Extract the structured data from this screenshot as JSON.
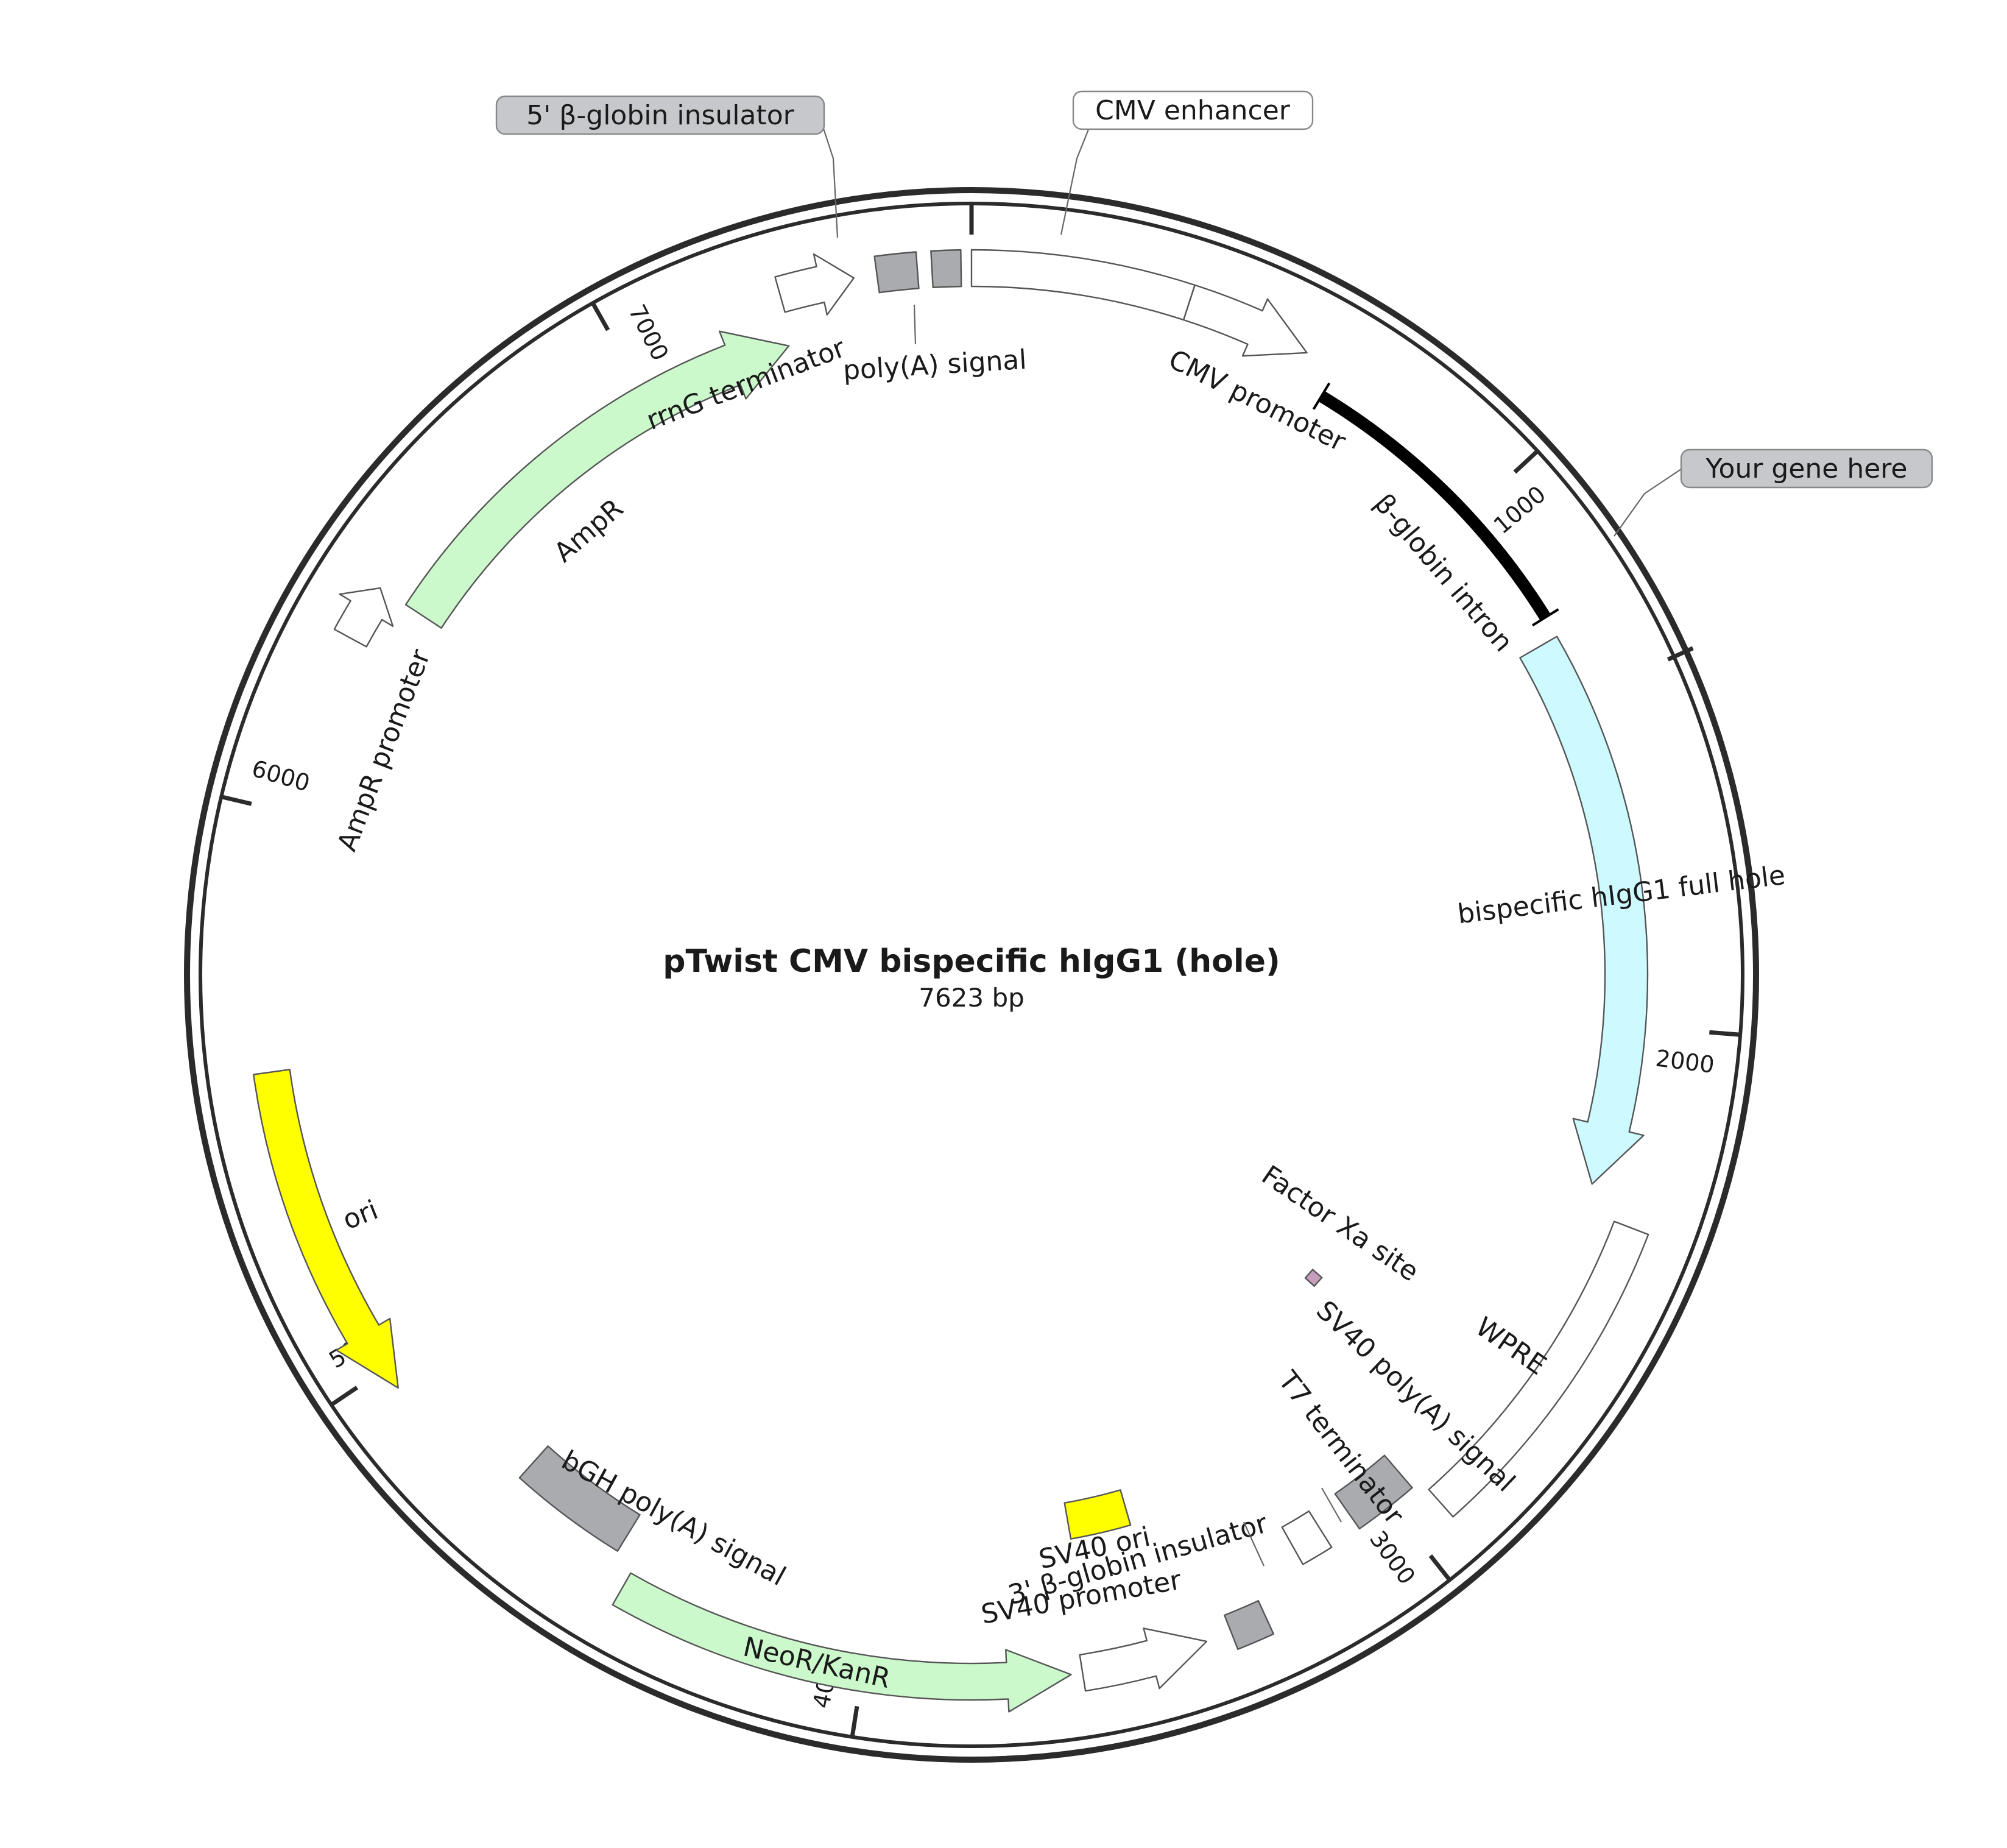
{
  "title": "pTwist CMV bispecific hIgG1 (hole)",
  "size_label": "7623 bp",
  "length": 7623,
  "colors": {
    "backbone": "#2b2b2b",
    "gray_box": "#a9abae",
    "white_feature": "#ffffff",
    "green": "#ccf9cc",
    "cyan": "#ccfaff",
    "yellow": "#ffff00",
    "black_bar": "#000000",
    "callout_gray": "#c6c8cb",
    "factor_xa": "#c79fbd"
  },
  "ticks": [
    {
      "pos": 0,
      "label": ""
    },
    {
      "pos": 1000,
      "label": "1000"
    },
    {
      "pos": 2000,
      "label": "2000"
    },
    {
      "pos": 3000,
      "label": "3000"
    },
    {
      "pos": 4000,
      "label": "4000"
    },
    {
      "pos": 5000,
      "label": "5000"
    },
    {
      "pos": 6000,
      "label": "6000"
    },
    {
      "pos": 7000,
      "label": "7000"
    }
  ],
  "features": [
    {
      "id": "cmv-enhancer",
      "label": "",
      "start": 0,
      "end": 380,
      "ring": "outer",
      "type": "region",
      "color": "#ffffff"
    },
    {
      "id": "cmv-promoter",
      "label": "CMV promoter",
      "start": 380,
      "end": 600,
      "ring": "outer",
      "type": "arrow",
      "color": "#ffffff"
    },
    {
      "id": "b-globin-intron",
      "label": "β-globin intron",
      "start": 660,
      "end": 1230,
      "ring": "black",
      "type": "bar",
      "color": "#000000"
    },
    {
      "id": "bispecific-hIgG1-full-hole",
      "label": "bispecific hIgG1 full hole",
      "start": 1270,
      "end": 2300,
      "ring": "inner",
      "type": "arrow",
      "color": "#ccfaff"
    },
    {
      "id": "wpre",
      "label": "WPRE",
      "start": 2350,
      "end": 2930,
      "ring": "outer",
      "type": "region",
      "color": "#ffffff"
    },
    {
      "id": "sv40-polya-signal",
      "label": "SV40 poly(A) signal",
      "start": 2950,
      "end": 3070,
      "ring": "inner",
      "type": "box",
      "color": "#a9abae"
    },
    {
      "id": "t7-terminator",
      "label": "T7 terminator",
      "start": 3130,
      "end": 3190,
      "ring": "inner",
      "type": "terminator",
      "color": "#ffffff"
    },
    {
      "id": "3-b-globin-insulator",
      "label": "3' β-globin insulator",
      "start": 3290,
      "end": 3355,
      "ring": "outer",
      "type": "box",
      "color": "#a9abae"
    },
    {
      "id": "sv40-promoter",
      "label": "SV40 promoter",
      "start": 3400,
      "end": 3620,
      "ring": "outer",
      "type": "arrow-rev",
      "color": "#ffffff"
    },
    {
      "id": "sv40-ori",
      "label": "SV40 ori",
      "start": 3470,
      "end": 3600,
      "ring": "inmost",
      "type": "box",
      "color": "#ffff00"
    },
    {
      "id": "neor-kanr",
      "label": "NeoR/KanR",
      "start": 3640,
      "end": 4440,
      "ring": "outer",
      "type": "arrow-rev",
      "color": "#ccf9cc"
    },
    {
      "id": "bgh-polya-signal",
      "label": "bGH poly(A) signal",
      "start": 4480,
      "end": 4700,
      "ring": "inner",
      "type": "box",
      "color": "#a9abae"
    },
    {
      "id": "ori",
      "label": "ori",
      "start": 4960,
      "end": 5550,
      "ring": "outer",
      "type": "arrow-rev",
      "color": "#ffff00"
    },
    {
      "id": "ampr-promoter",
      "label": "AmpR promoter",
      "start": 6320,
      "end": 6420,
      "ring": "outer",
      "type": "arrow",
      "color": "#ffffff"
    },
    {
      "id": "ampr",
      "label": "AmpR",
      "start": 6420,
      "end": 7280,
      "ring": "inner",
      "type": "arrow",
      "color": "#ccf9cc"
    },
    {
      "id": "rrng-terminator",
      "label": "rrnG terminator",
      "start": 7290,
      "end": 7420,
      "ring": "outer",
      "type": "arrow",
      "color": "#ffffff"
    },
    {
      "id": "5-b-globin-insulator",
      "label": "5' β-globin insulator",
      "start": 7460,
      "end": 7530,
      "ring": "outer",
      "type": "box",
      "color": "#a9abae"
    },
    {
      "id": "polya-signal",
      "label": "poly(A) signal",
      "start": 7555,
      "end": 7605,
      "ring": "outer",
      "type": "box",
      "color": "#a9abae"
    },
    {
      "id": "factor-xa-site",
      "label": "Factor Xa site",
      "start": 2770,
      "end": 2800,
      "ring": "deep",
      "type": "site",
      "color": "#c79fbd"
    }
  ],
  "callouts": [
    {
      "id": "callout-5-b-globin-insulator",
      "label": "5' β-globin insulator",
      "style": "gray"
    },
    {
      "id": "callout-cmv-enhancer",
      "label": "CMV enhancer",
      "style": "white"
    },
    {
      "id": "callout-your-gene-here",
      "label": "Your gene here",
      "style": "gray"
    }
  ]
}
